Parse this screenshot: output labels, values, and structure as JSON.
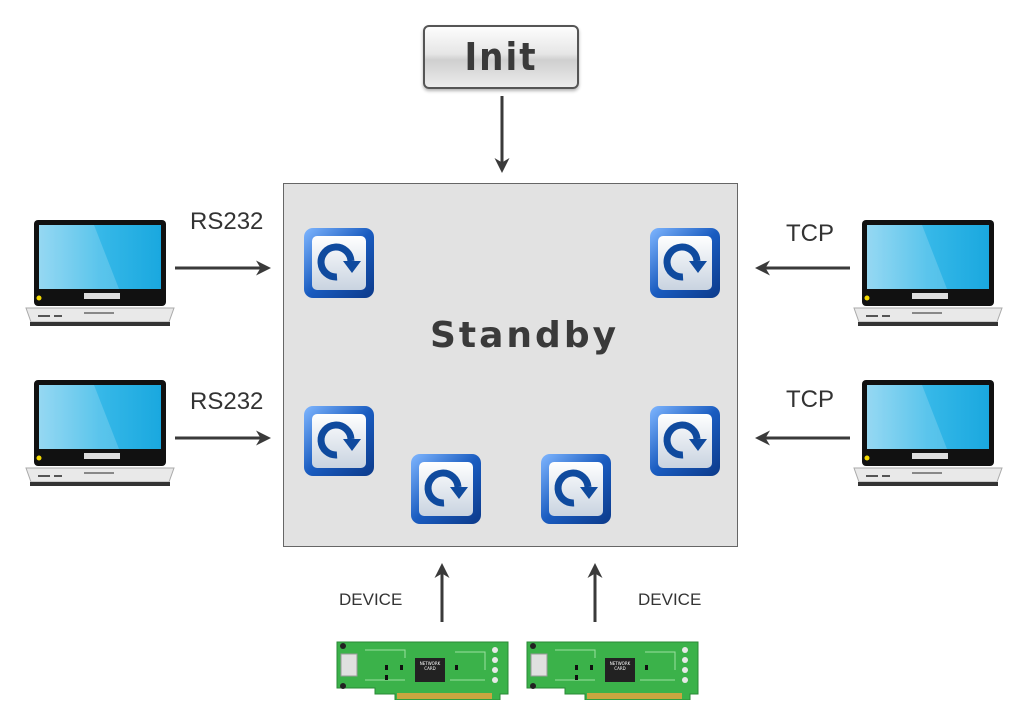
{
  "diagram": {
    "init": {
      "label": "Init"
    },
    "standby": {
      "label": "Standby"
    },
    "left_inputs": [
      {
        "label": "RS232",
        "source_icon": "laptop-icon"
      },
      {
        "label": "RS232",
        "source_icon": "laptop-icon"
      }
    ],
    "right_inputs": [
      {
        "label": "TCP",
        "source_icon": "laptop-icon"
      },
      {
        "label": "TCP",
        "source_icon": "laptop-icon"
      }
    ],
    "bottom_inputs": [
      {
        "label": "DEVICE",
        "source_icon": "network-card-icon",
        "chip_text": "NETWORK CARD"
      },
      {
        "label": "DEVICE",
        "source_icon": "network-card-icon",
        "chip_text": "NETWORK CARD"
      }
    ],
    "worker_icon": "refresh-loop-icon",
    "worker_count": 6,
    "colors": {
      "standby_fill": "#e2e2e2",
      "arrow": "#3a3a3a",
      "worker_blue": "#1a5cc0",
      "screen_blue": "#29b3e6",
      "card_green": "#3bb24a"
    }
  }
}
